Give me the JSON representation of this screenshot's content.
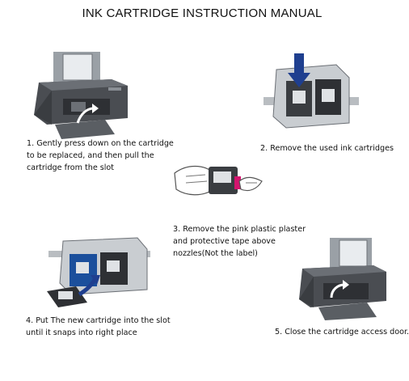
{
  "title": "INK CARTRIDGE INSTRUCTION MANUAL",
  "steps": [
    {
      "lines": [
        "1. Gently press down on the cartridge",
        " to be replaced, and then pull the",
        "cartridge from the slot"
      ],
      "icon": "printer-open-cartridge-icon"
    },
    {
      "lines": [
        "2. Remove the used ink cartridges"
      ],
      "icon": "cartridge-carriage-press-icon"
    },
    {
      "lines": [
        "3. Remove the pink plastic plaster",
        " and protective tape above",
        "nozzles(Not the label)"
      ],
      "icon": "hands-remove-tape-icon"
    },
    {
      "lines": [
        "4. Put The new cartridge into the slot",
        " until it snaps into right place"
      ],
      "icon": "cartridge-insert-slot-icon"
    },
    {
      "lines": [
        "5. Close the cartridge access door."
      ],
      "icon": "printer-close-door-icon"
    }
  ],
  "colors": {
    "printer_body": "#4a4d52",
    "printer_dark": "#2e3034",
    "paper": "#e9ecef",
    "arrow_blue": "#1f3f8f",
    "cartridge_blue": "#1b4f9c",
    "pink_tape": "#d4146e"
  }
}
